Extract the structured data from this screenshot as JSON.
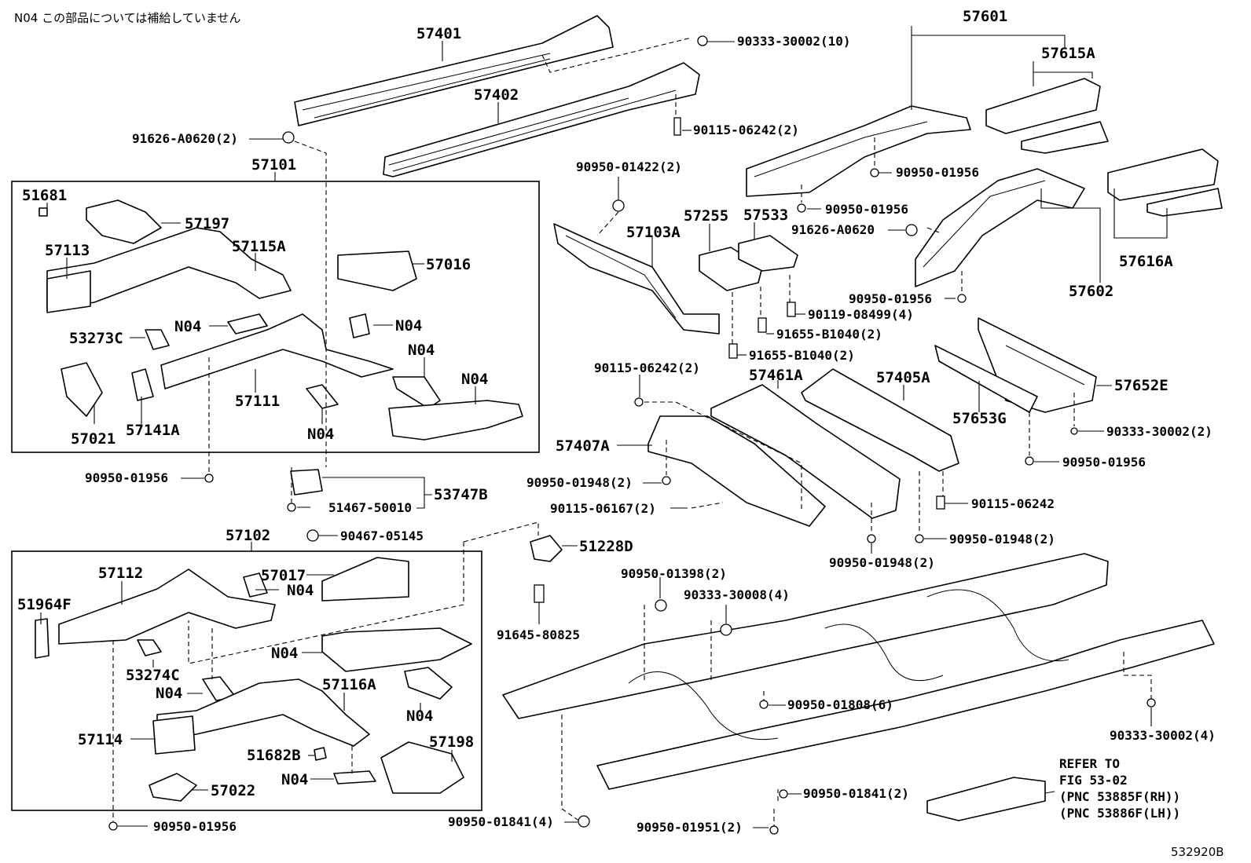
{
  "note": "N04 この部品については補給していません",
  "figure_code": "532920B",
  "refer": {
    "line1": "REFER TO",
    "line2": "FIG 53-02",
    "line3": "(PNC 53885F(RH))",
    "line4": "(PNC 53886F(LH))"
  },
  "parts": {
    "p57401": "57401",
    "p57402": "57402",
    "f90333_30002_10": "90333-30002(10)",
    "f91626_A0620_2": "91626-A0620(2)",
    "f90115_06242_2_top": "90115-06242(2)",
    "p57101": "57101",
    "p51681": "51681",
    "p57197": "57197",
    "p57113": "57113",
    "p57115A": "57115A",
    "p57016": "57016",
    "n04_a": "N04",
    "n04_b": "N04",
    "p53273C": "53273C",
    "n04_c": "N04",
    "n04_d": "N04",
    "p57111": "57111",
    "n04_e": "N04",
    "p57021": "57021",
    "p57141A": "57141A",
    "f90950_01956_a": "90950-01956",
    "p53747B": "53747B",
    "f51467_50010": "51467-50010",
    "f90467_05145": "90467-05145",
    "p57102": "57102",
    "p57112": "57112",
    "p57017": "57017",
    "n04_f": "N04",
    "p51964F": "51964F",
    "n04_g": "N04",
    "p53274C": "53274C",
    "n04_h": "N04",
    "p57116A": "57116A",
    "n04_i": "N04",
    "p57114": "57114",
    "p57198": "57198",
    "p51682B": "51682B",
    "n04_j": "N04",
    "p57022": "57022",
    "f90950_01956_b": "90950-01956",
    "p57601": "57601",
    "p57615A": "57615A",
    "f90950_01956_c": "90950-01956",
    "f90950_01956_d": "90950-01956",
    "f91626_A0620": "91626-A0620",
    "p57616A": "57616A",
    "f90950_01956_e": "90950-01956",
    "p57602": "57602",
    "f90950_01422_2": "90950-01422(2)",
    "p57103A": "57103A",
    "p57255": "57255",
    "p57533": "57533",
    "f90119_08499_4": "90119-08499(4)",
    "f91655_B1040_2_a": "91655-B1040(2)",
    "f91655_B1040_2_b": "91655-B1040(2)",
    "f90115_06242_2_mid": "90115-06242(2)",
    "p57461A": "57461A",
    "p57405A": "57405A",
    "p57652E": "57652E",
    "p57653G": "57653G",
    "f90333_30002_2": "90333-30002(2)",
    "p57407A": "57407A",
    "f90950_01956_f": "90950-01956",
    "f90950_01948_2_a": "90950-01948(2)",
    "f90115_06242": "90115-06242",
    "f90115_06167_2": "90115-06167(2)",
    "f90950_01948_2_b": "90950-01948(2)",
    "f90950_01948_2_c": "90950-01948(2)",
    "p51228D": "51228D",
    "f90950_01398_2": "90950-01398(2)",
    "f90333_30008_4": "90333-30008(4)",
    "f91645_80825": "91645-80825",
    "f90950_01808_6": "90950-01808(6)",
    "f90333_30002_4": "90333-30002(4)",
    "f90950_01841_2": "90950-01841(2)",
    "f90950_01841_4": "90950-01841(4)",
    "f90950_01951_2": "90950-01951(2)"
  }
}
